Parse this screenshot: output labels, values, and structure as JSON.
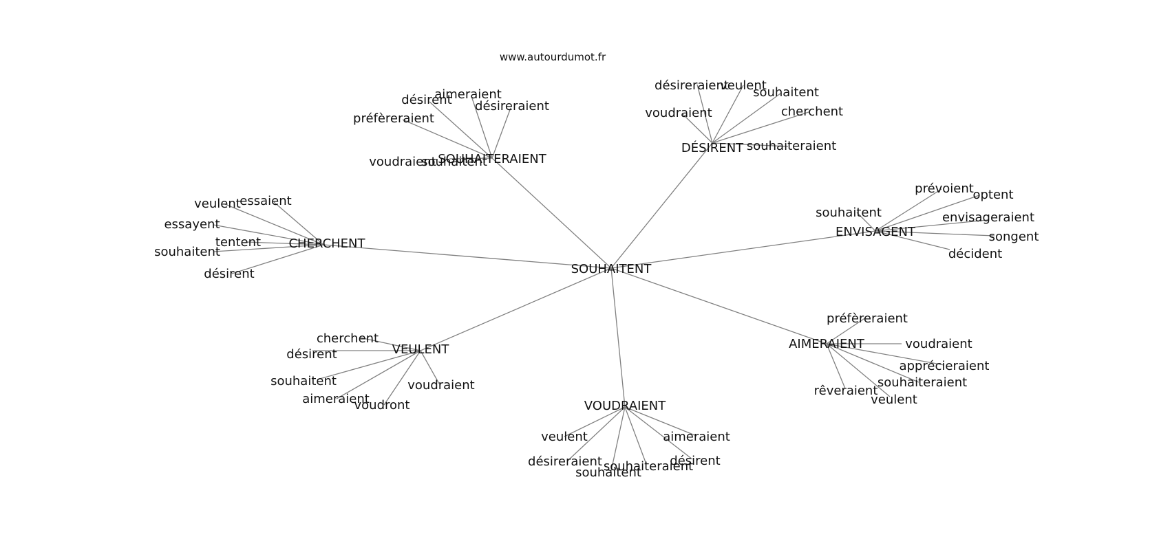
{
  "source": "www.autourdumot.fr",
  "colors": {
    "edge": "#808080",
    "text": "#111111",
    "background": "#ffffff"
  },
  "graph": {
    "center": "SOUHAITENT",
    "hubs": [
      {
        "label": "SOUHAITERAIENT",
        "children": [
          "aimeraient",
          "désirent",
          "désireraient",
          "préfèreraient",
          "voudraient",
          "souhaitent"
        ]
      },
      {
        "label": "DÉSIRENT",
        "children": [
          "désireraient",
          "veulent",
          "souhaitent",
          "voudraient",
          "cherchent",
          "souhaiteraient"
        ]
      },
      {
        "label": "CHERCHENT",
        "children": [
          "veulent",
          "essaient",
          "essayent",
          "tentent",
          "souhaitent",
          "désirent"
        ]
      },
      {
        "label": "ENVISAGENT",
        "children": [
          "prévoient",
          "optent",
          "souhaitent",
          "envisageraient",
          "songent",
          "décident"
        ]
      },
      {
        "label": "VEULENT",
        "children": [
          "cherchent",
          "désirent",
          "souhaitent",
          "aimeraient",
          "voudront",
          "voudraient"
        ]
      },
      {
        "label": "AIMERAIENT",
        "children": [
          "préfèreraient",
          "voudraient",
          "apprécieraient",
          "souhaiteraient",
          "rêveraient",
          "veulent"
        ]
      },
      {
        "label": "VOUDRAIENT",
        "children": [
          "veulent",
          "aimeraient",
          "désireraient",
          "désirent",
          "souhaiteraient",
          "souhaitent"
        ]
      }
    ]
  }
}
